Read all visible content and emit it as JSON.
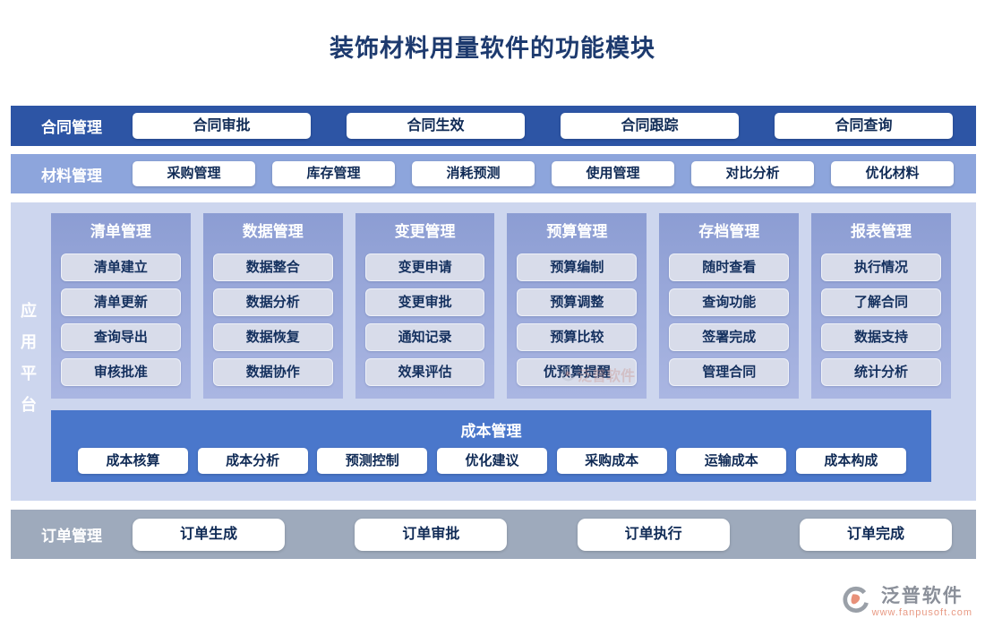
{
  "title": "装饰材料用量软件的功能模块",
  "contract": {
    "label": "合同管理",
    "items": [
      "合同审批",
      "合同生效",
      "合同跟踪",
      "合同查询"
    ]
  },
  "material": {
    "label": "材料管理",
    "items": [
      "采购管理",
      "库存管理",
      "消耗预测",
      "使用管理",
      "对比分析",
      "优化材料"
    ]
  },
  "platform": {
    "label": "应用平台",
    "chars": [
      "应",
      "用",
      "平",
      "台"
    ],
    "columns": [
      {
        "header": "清单管理",
        "items": [
          "清单建立",
          "清单更新",
          "查询导出",
          "审核批准"
        ]
      },
      {
        "header": "数据管理",
        "items": [
          "数据整合",
          "数据分析",
          "数据恢复",
          "数据协作"
        ]
      },
      {
        "header": "变更管理",
        "items": [
          "变更申请",
          "变更审批",
          "通知记录",
          "效果评估"
        ]
      },
      {
        "header": "预算管理",
        "items": [
          "预算编制",
          "预算调整",
          "预算比较",
          "优预算提醒"
        ]
      },
      {
        "header": "存档管理",
        "items": [
          "随时查看",
          "查询功能",
          "签署完成",
          "管理合同"
        ]
      },
      {
        "header": "报表管理",
        "items": [
          "执行情况",
          "了解合同",
          "数据支持",
          "统计分析"
        ]
      }
    ]
  },
  "cost": {
    "header": "成本管理",
    "items": [
      "成本核算",
      "成本分析",
      "预测控制",
      "优化建议",
      "采购成本",
      "运输成本",
      "成本构成"
    ]
  },
  "order": {
    "label": "订单管理",
    "items": [
      "订单生成",
      "订单审批",
      "订单执行",
      "订单完成"
    ]
  },
  "watermark": {
    "text": "泛普软件"
  },
  "logo": {
    "text": "泛普软件",
    "url": "www.fanpusoft.com"
  },
  "colors": {
    "title_text": "#1d3a6e",
    "contract_bar": "#2d55a5",
    "material_bar": "#8da5dc",
    "panel": "#cdd6ee",
    "column_top": "#8c9dd3",
    "column_bottom": "#aab6e2",
    "cost_bar": "#4a77cb",
    "order_bar": "#9eaabc",
    "pill_text": "#0f2a55",
    "logo_accent": "#e89a84",
    "logo_gray": "#8a8f99"
  }
}
